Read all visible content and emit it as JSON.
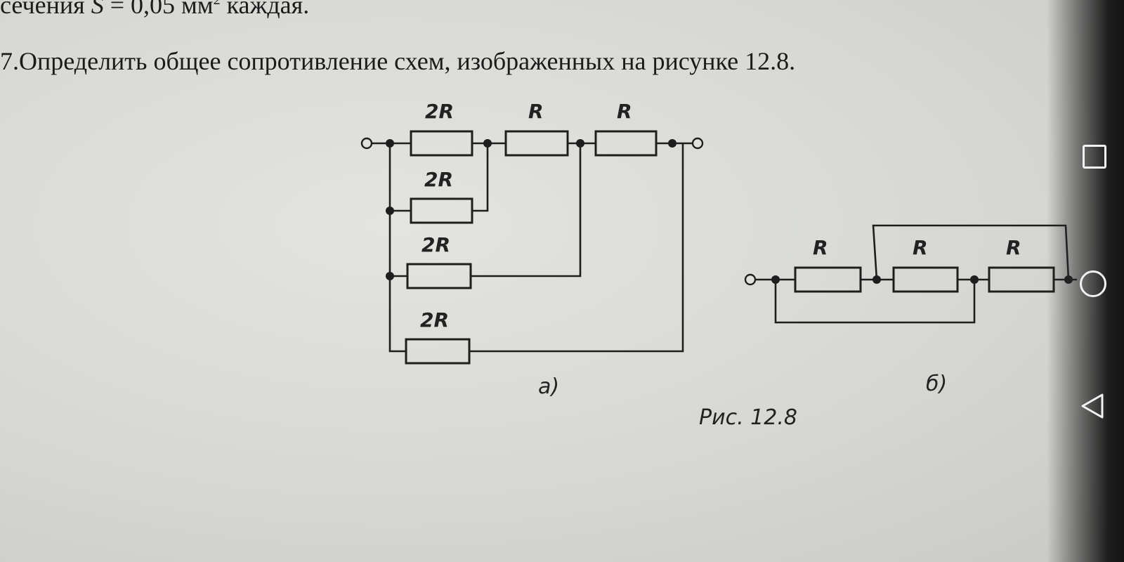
{
  "text": {
    "line1_start": "сечения ",
    "line1_var": "S",
    "line1_mid": " = 0,05 мм",
    "line1_exp": "2",
    "line1_end": " каждая.",
    "line2": "7.Определить общее сопротивление схем, изображенных на рисунке 12.8."
  },
  "figure": {
    "circuit_a": {
      "labels": [
        "2R",
        "R",
        "R",
        "2R",
        "2R",
        "2R"
      ],
      "caption": "а)"
    },
    "circuit_b": {
      "labels": [
        "R",
        "R",
        "R"
      ],
      "caption": "б)"
    },
    "figure_caption": "Рис. 12.8"
  },
  "navbar": {
    "icons": [
      "recent-apps-icon",
      "home-icon",
      "back-icon"
    ]
  }
}
